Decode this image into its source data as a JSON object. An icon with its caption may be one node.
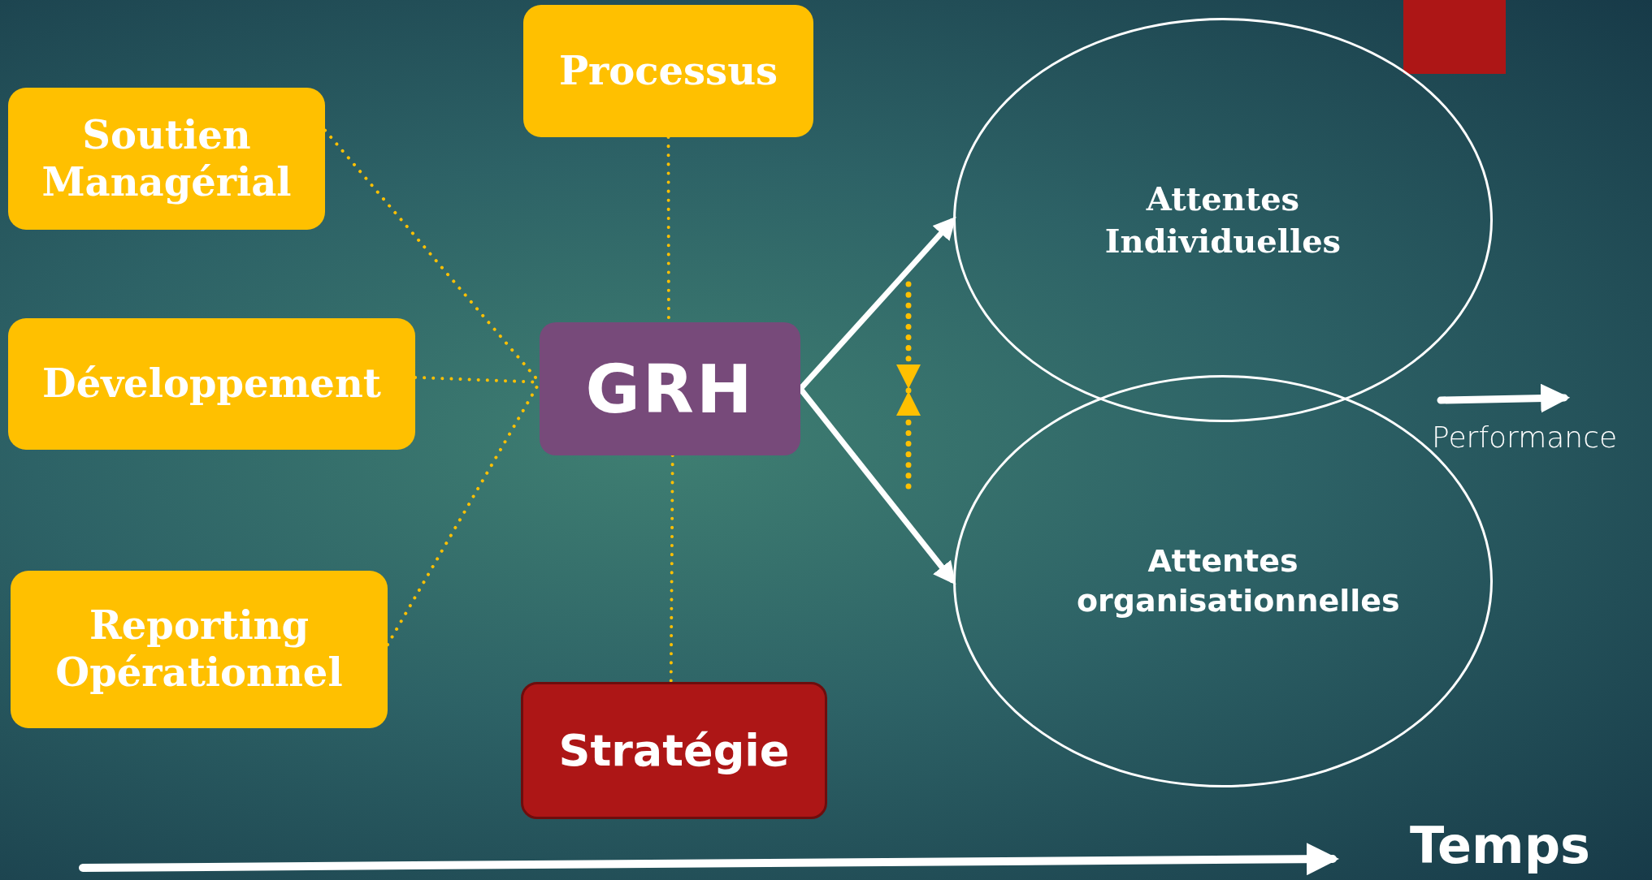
{
  "diagram": {
    "nodes": [
      {
        "text": [
          "Processus"
        ]
      },
      {
        "text": [
          "Soutien Managérial"
        ]
      },
      {
        "text": [
          "Développement"
        ]
      },
      {
        "text": [
          "GRH"
        ]
      },
      {
        "text": [
          "Reporting Opérationnel"
        ]
      },
      {
        "text": [
          "Stratégie"
        ]
      },
      {
        "text": [
          "Attentes Individuelles"
        ]
      },
      {
        "text": [
          "Attentes organisationnelles"
        ]
      }
    ],
    "edges": [
      {
        "from": 0,
        "to": 3,
        "arrow": "none",
        "style": "dashed"
      },
      {
        "from": 1,
        "to": 3,
        "arrow": "none",
        "style": "dashed"
      },
      {
        "from": 2,
        "to": 3,
        "arrow": "none",
        "style": "dashed"
      },
      {
        "from": 4,
        "to": 3,
        "arrow": "none",
        "style": "dashed"
      },
      {
        "from": 3,
        "to": 5,
        "arrow": "none",
        "style": "dashed"
      },
      {
        "from": 3,
        "to": 6,
        "arrow": "to",
        "color": "#ffffff"
      },
      {
        "from": 3,
        "to": 7,
        "arrow": "to",
        "color": "#ffffff"
      }
    ],
    "labels": [
      "Performance",
      "Temps"
    ]
  }
}
